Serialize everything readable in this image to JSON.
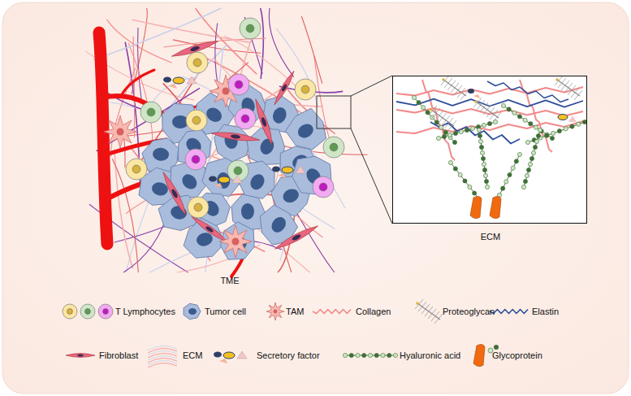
{
  "diagram": {
    "nodes": [
      {
        "text": [
          "ECM"
        ]
      }
    ],
    "edges": [],
    "labels": [
      "TME"
    ],
    "legend": [
      {
        "text": "T Lymphocytes"
      },
      {
        "text": "Tumor cell"
      },
      {
        "text": "TAM"
      },
      {
        "text": "Collagen"
      },
      {
        "text": "Proteoglycan"
      },
      {
        "text": "Elastin"
      },
      {
        "text": "Fibroblast"
      },
      {
        "text": "ECM"
      },
      {
        "text": "Secretory factor"
      },
      {
        "text": "Hyaluronic acid"
      },
      {
        "text": "Glycoprotein"
      }
    ]
  }
}
